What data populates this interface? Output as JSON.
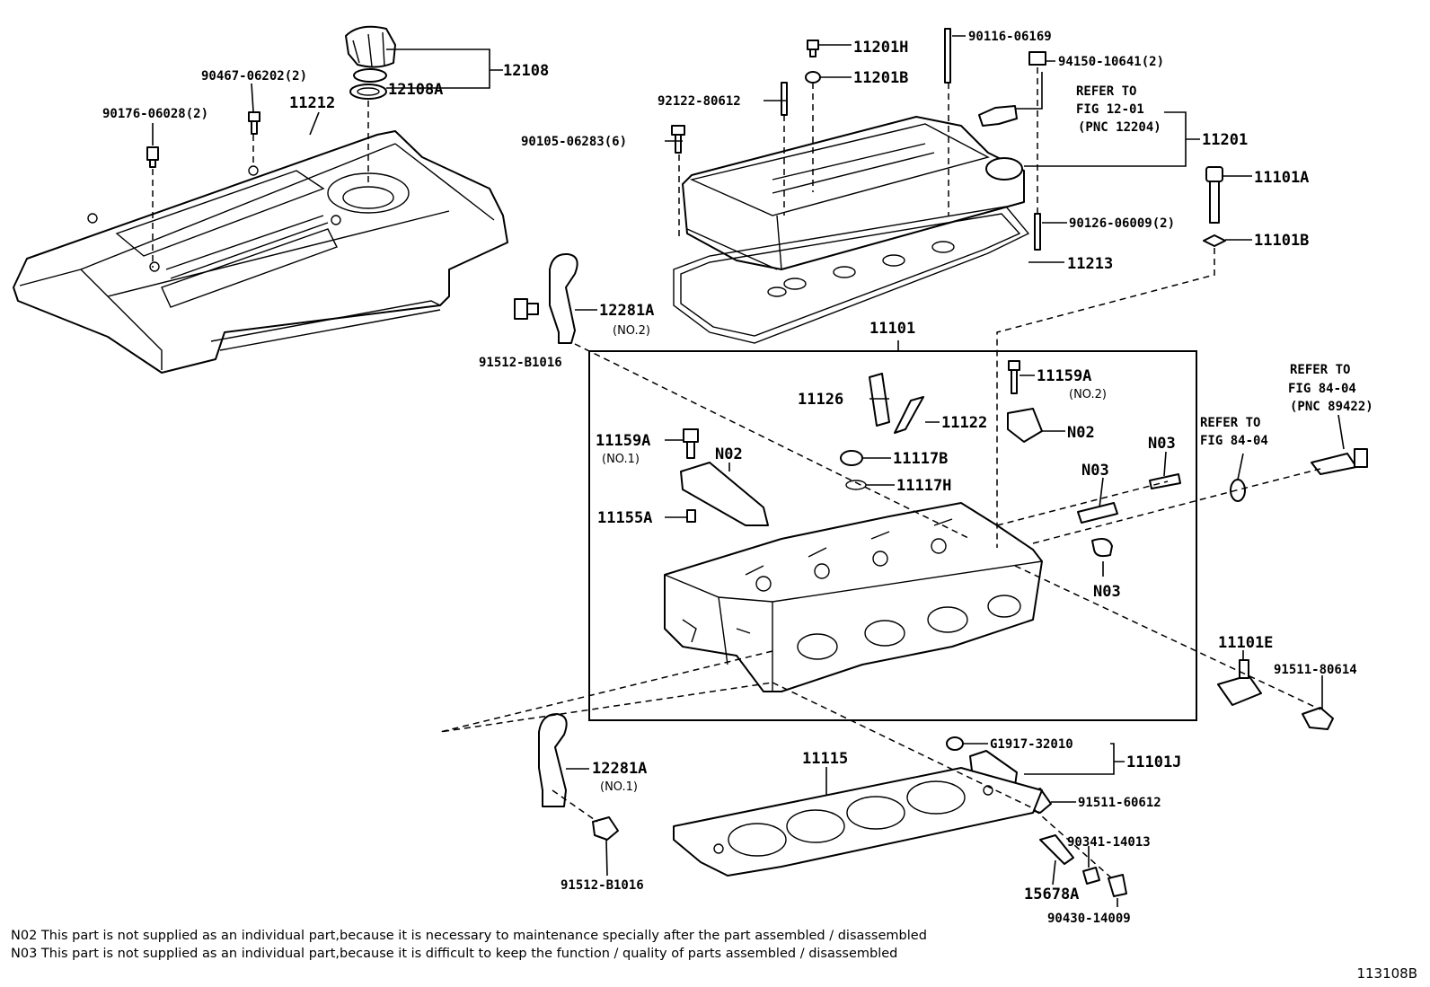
{
  "figure_code": "113108B",
  "notes": [
    "N02 This part is not supplied as an individual part,because it is necessary to maintenance specially after the part assembled / disassembled",
    "N03 This part is not supplied as an individual part,because it is difficult to keep the function / quality of parts assembled / disassembled"
  ],
  "callouts": {
    "c12108": "12108",
    "c12108A": "12108A",
    "c90467": "90467-06202(2)",
    "c90176": "90176-06028(2)",
    "c11212": "11212",
    "c12281A_2": "12281A",
    "c12281A_2_sub": "(NO.2)",
    "c91512_top": "91512-B1016",
    "c11201H": "11201H",
    "c11201B": "11201B",
    "c92122": "92122-80612",
    "c90105": "90105-06283(6)",
    "c90116": "90116-06169",
    "c94150": "94150-10641(2)",
    "c11201": "11201",
    "c90126": "90126-06009(2)",
    "c11213": "11213",
    "c11101A": "11101A",
    "c11101B": "11101B",
    "c11101": "11101",
    "c11159A_2": "11159A",
    "c11159A_2_sub": "(NO.2)",
    "c11126": "11126",
    "c11122": "11122",
    "c11159A_1": "11159A",
    "c11159A_1_sub": "(NO.1)",
    "c N02_left": "N02",
    "cN02_left": "N02",
    "cN02_right": "N02",
    "c11117B": "11117B",
    "c11117H": "11117H",
    "c11155A": "11155A",
    "cN03_a": "N03",
    "cN03_b": "N03",
    "cN03_c": "N03",
    "c11101E": "11101E",
    "c91511_80614": "91511-80614",
    "cG1917": "G1917-32010",
    "c11101J": "11101J",
    "c91511_60612": "91511-60612",
    "c90341": "90341-14013",
    "c15678A": "15678A",
    "c90430": "90430-14009",
    "c11115": "11115",
    "c12281A_1": "12281A",
    "c12281A_1_sub": "(NO.1)",
    "c91512_bottom": "91512-B1016"
  },
  "refers": {
    "fig1201": [
      "REFER TO",
      "FIG 12-01",
      "(PNC 12204)"
    ],
    "fig8404a": [
      "REFER TO",
      "FIG 84-04"
    ],
    "fig8404b": [
      "REFER TO",
      "FIG 84-04",
      "(PNC 89422)"
    ]
  }
}
